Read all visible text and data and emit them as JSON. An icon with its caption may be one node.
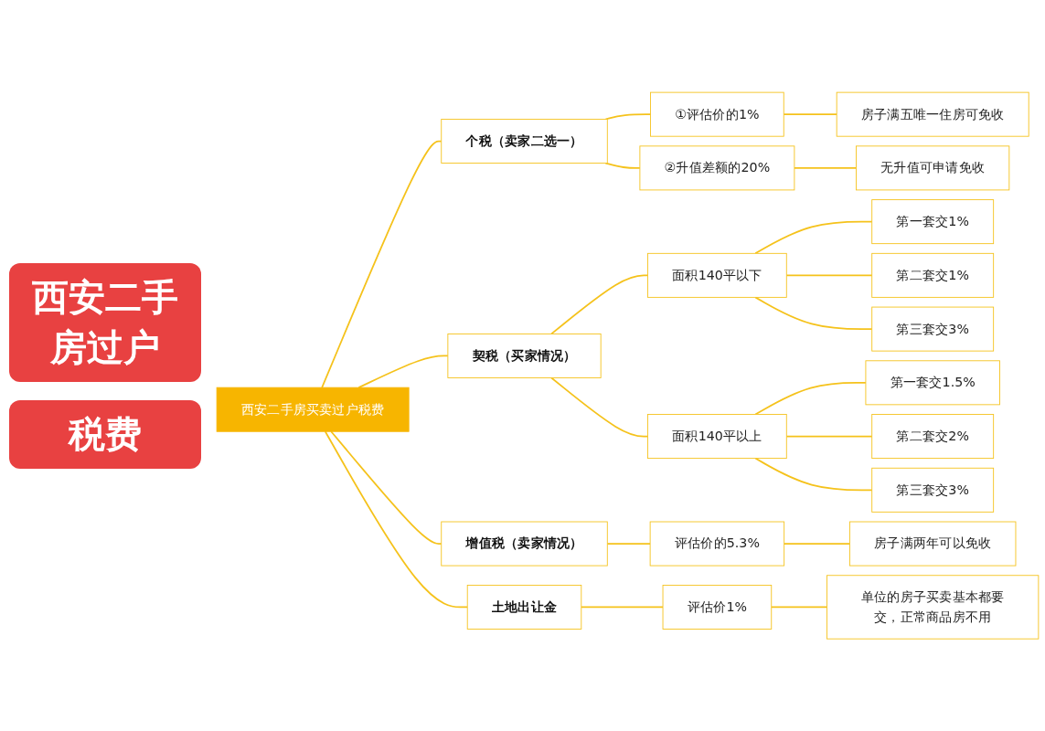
{
  "diagram": {
    "nodes": [
      {
        "text": [
          "西安二手房买卖过户税费"
        ]
      },
      {
        "text": [
          "个税（卖家二选一）"
        ]
      },
      {
        "text": [
          "①评估价的1%"
        ]
      },
      {
        "text": [
          "房子满五唯一住房可免收"
        ]
      },
      {
        "text": [
          "②升值差额的20%"
        ]
      },
      {
        "text": [
          "无升值可申请免收"
        ]
      },
      {
        "text": [
          "契税（买家情况）"
        ]
      },
      {
        "text": [
          "面积140平以下"
        ]
      },
      {
        "text": [
          "第一套交1%"
        ]
      },
      {
        "text": [
          "第二套交1%"
        ]
      },
      {
        "text": [
          "第三套交3%"
        ]
      },
      {
        "text": [
          "面积140平以上"
        ]
      },
      {
        "text": [
          "第一套交1.5%"
        ]
      },
      {
        "text": [
          "第二套交2%"
        ]
      },
      {
        "text": [
          "第三套交3%"
        ]
      },
      {
        "text": [
          "增值税（卖家情况）"
        ]
      },
      {
        "text": [
          "评估价的5.3%"
        ]
      },
      {
        "text": [
          "房子满两年可以免收"
        ]
      },
      {
        "text": [
          "土地出让金"
        ]
      },
      {
        "text": [
          "评估价1%"
        ]
      },
      {
        "text": [
          "单位的房子买卖基本都要交，正常商品房不用"
        ]
      }
    ],
    "edges": [
      {
        "from": 0,
        "to": 1,
        "arrow": "none"
      },
      {
        "from": 1,
        "to": 2,
        "arrow": "none"
      },
      {
        "from": 2,
        "to": 3,
        "arrow": "none"
      },
      {
        "from": 1,
        "to": 4,
        "arrow": "none"
      },
      {
        "from": 4,
        "to": 5,
        "arrow": "none"
      },
      {
        "from": 0,
        "to": 6,
        "arrow": "none"
      },
      {
        "from": 6,
        "to": 7,
        "arrow": "none"
      },
      {
        "from": 7,
        "to": 8,
        "arrow": "none"
      },
      {
        "from": 7,
        "to": 9,
        "arrow": "none"
      },
      {
        "from": 7,
        "to": 10,
        "arrow": "none"
      },
      {
        "from": 6,
        "to": 11,
        "arrow": "none"
      },
      {
        "from": 11,
        "to": 12,
        "arrow": "none"
      },
      {
        "from": 11,
        "to": 13,
        "arrow": "none"
      },
      {
        "from": 11,
        "to": 14,
        "arrow": "none"
      },
      {
        "from": 0,
        "to": 15,
        "arrow": "none"
      },
      {
        "from": 15,
        "to": 16,
        "arrow": "none"
      },
      {
        "from": 16,
        "to": 17,
        "arrow": "none"
      },
      {
        "from": 0,
        "to": 18,
        "arrow": "none"
      },
      {
        "from": 18,
        "to": 19,
        "arrow": "none"
      },
      {
        "from": 19,
        "to": 20,
        "arrow": "none"
      }
    ],
    "labels": [
      "西安二手房过户",
      "税费"
    ]
  }
}
